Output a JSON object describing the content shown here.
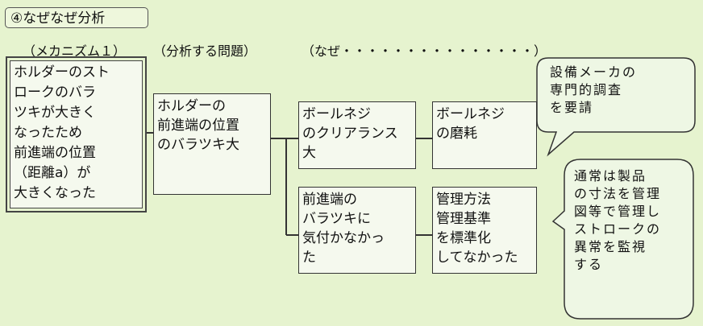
{
  "title": "④なぜなぜ分析",
  "headings": {
    "mechanism": "（メカニズム１）",
    "problem": "（分析する問題）",
    "why": "（なぜ・・・・・・・・・・・・・・・）"
  },
  "mechanism_lines": [
    "ホルダーのスト",
    "ロークのバラ",
    "ツキが大きく",
    "なったため",
    "前進端の位置",
    "（距離a）が",
    "大きくなった"
  ],
  "problem_lines": [
    "ホルダーの",
    "前進端の位置",
    "のバラツキ大"
  ],
  "why1_upper_lines": [
    "ボールネジ",
    "のクリアランス",
    "大"
  ],
  "why1_lower_lines": [
    "前進端の",
    "バラツキに",
    "気付かなかっ",
    "た"
  ],
  "why2_upper_lines": [
    "ボールネジ",
    "の磨耗"
  ],
  "why2_lower_lines": [
    "管理方法",
    "管理基準",
    "を標準化",
    "してなかった"
  ],
  "callout_upper_lines": [
    "設備メーカの",
    "専門的調査",
    "を要請"
  ],
  "callout_lower_lines": [
    "通常は製品",
    "の寸法を管理",
    "図等で管理し",
    "ストロークの",
    "異常を監視",
    "する"
  ]
}
